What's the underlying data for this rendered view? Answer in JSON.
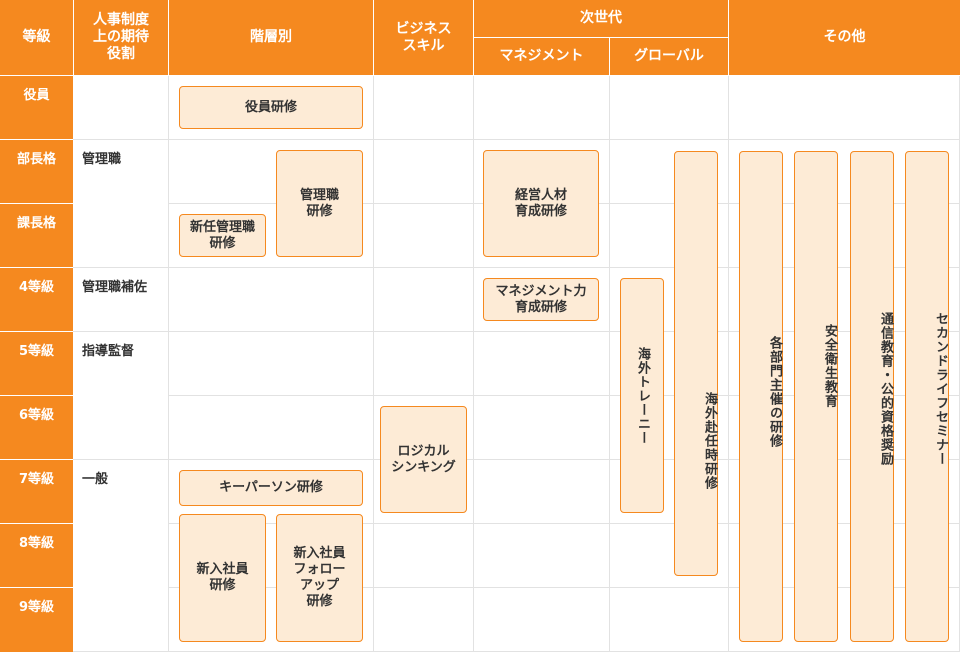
{
  "headers": {
    "grade": "等級",
    "role": "人事制度\n上の期待\n役割",
    "hierarchy": "階層別",
    "business_skill": "ビジネス\nスキル",
    "next_gen": "次世代",
    "management": "マネジメント",
    "global": "グローバル",
    "other": "その他"
  },
  "grades": [
    "役員",
    "部長格",
    "課長格",
    "4等級",
    "5等級",
    "6等級",
    "7等級",
    "8等級",
    "9等級"
  ],
  "roles": {
    "manager": "管理職",
    "assistant": "管理職補佐",
    "supervisor": "指導監督",
    "general": "一般"
  },
  "programs": {
    "executive": "役員研修",
    "manager": "管理職\n研修",
    "new_manager": "新任管理職\n研修",
    "mgmt_talent": "経営人材\n育成研修",
    "mgmt_skill": "マネジメント力\n育成研修",
    "overseas_trainee": "海外トレーニー",
    "overseas_assign": "海外赴任時研修",
    "dept_training": "各部門主催の研修",
    "safety": "安全衛生教育",
    "correspondence": "通信教育・公的資格奨励",
    "second_life": "セカンドライフセミナー",
    "logical": "ロジカル\nシンキング",
    "keyperson": "キーパーソン研修",
    "new_employee": "新入社員\n研修",
    "new_follow": "新入社員\nフォロー\nアップ\n研修"
  }
}
